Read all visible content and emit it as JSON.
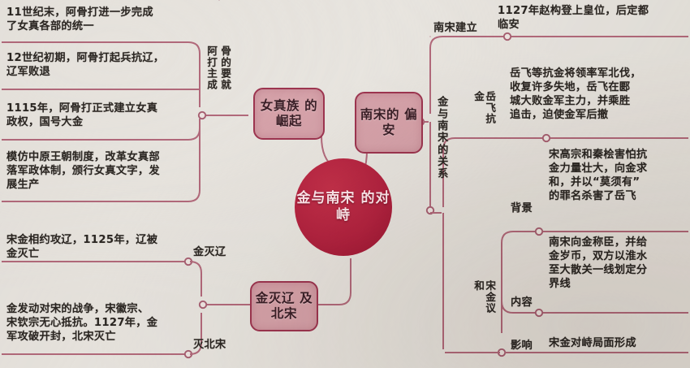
{
  "meta": {
    "title": "金与南宋的对峙 思维导图",
    "background_color": "#e9e6e1",
    "accent_color": "#9e3550",
    "center_color": "#b42340",
    "node_fill": "#d7a3ab",
    "wire_color": "#b36a7c",
    "text_color": "#2b2622"
  },
  "center": {
    "label": "金与南宋\n的对峙"
  },
  "nodes": {
    "nuzhen": "女真族\n的崛起",
    "nansong": "南宋的\n偏安",
    "jinmieliao": "金灭辽\n及北宋"
  },
  "branch_labels": {
    "agoudazhuyaochengjiu": "阿骨打的主要成就",
    "agouda_col1": "阿打主成",
    "agouda_col2": "骨的要就",
    "jinmieliao": "金灭辽",
    "miebeisong": "灭北宋",
    "nansongjianli": "南宋建立",
    "yuefeikangjin": "岳飞抗金",
    "jinyunansongdeguanxi": "金与南宋的关系",
    "songjinyihe": "宋金议和",
    "beijing": "背景",
    "neirong": "内容",
    "yingxiang": "影响"
  },
  "leaves": {
    "left": [
      {
        "id": "leaf-11century",
        "text": "11世纪末，阿骨打进一步完成\n了女真各部的统一"
      },
      {
        "id": "leaf-12century",
        "text": "12世纪初期，阿骨打起兵抗辽，\n辽军败退"
      },
      {
        "id": "leaf-1115",
        "text": "1115年，阿骨打正式建立女真\n政权，国号大金"
      },
      {
        "id": "leaf-reform",
        "text": "模仿中原王朝制度，改革女真部\n落军政体制，颁行女真文字，发\n展生产"
      },
      {
        "id": "leaf-mieliao",
        "text": "宋金相约攻辽，1125年，辽被\n金灭亡"
      },
      {
        "id": "leaf-miebeisong",
        "text": "金发动对宋的战争，宋徽宗、\n宋钦宗无心抵抗。1127年，金\n军攻破开封，北宋灭亡"
      }
    ],
    "right": [
      {
        "id": "leaf-nansongjianli",
        "text": "1127年赵构登上皇位，后定都\n临安"
      },
      {
        "id": "leaf-yuefei",
        "text": "岳飞等抗金将领率军北伐，\n收复许多失地，岳飞在郾\n城大败金军主力，并乘胜\n追击，迫使金军后撤"
      },
      {
        "id": "leaf-beijing",
        "text": "宋高宗和秦桧害怕抗\n金力量壮大，向金求\n和，并以“莫须有”\n的罪名杀害了岳飞"
      },
      {
        "id": "leaf-neirong",
        "text": "南宋向金称臣，并给\n金岁币，双方以淮水\n至大散关一线划定分\n界线"
      },
      {
        "id": "leaf-yingxiang",
        "text": "宋金对峙局面形成"
      }
    ]
  }
}
